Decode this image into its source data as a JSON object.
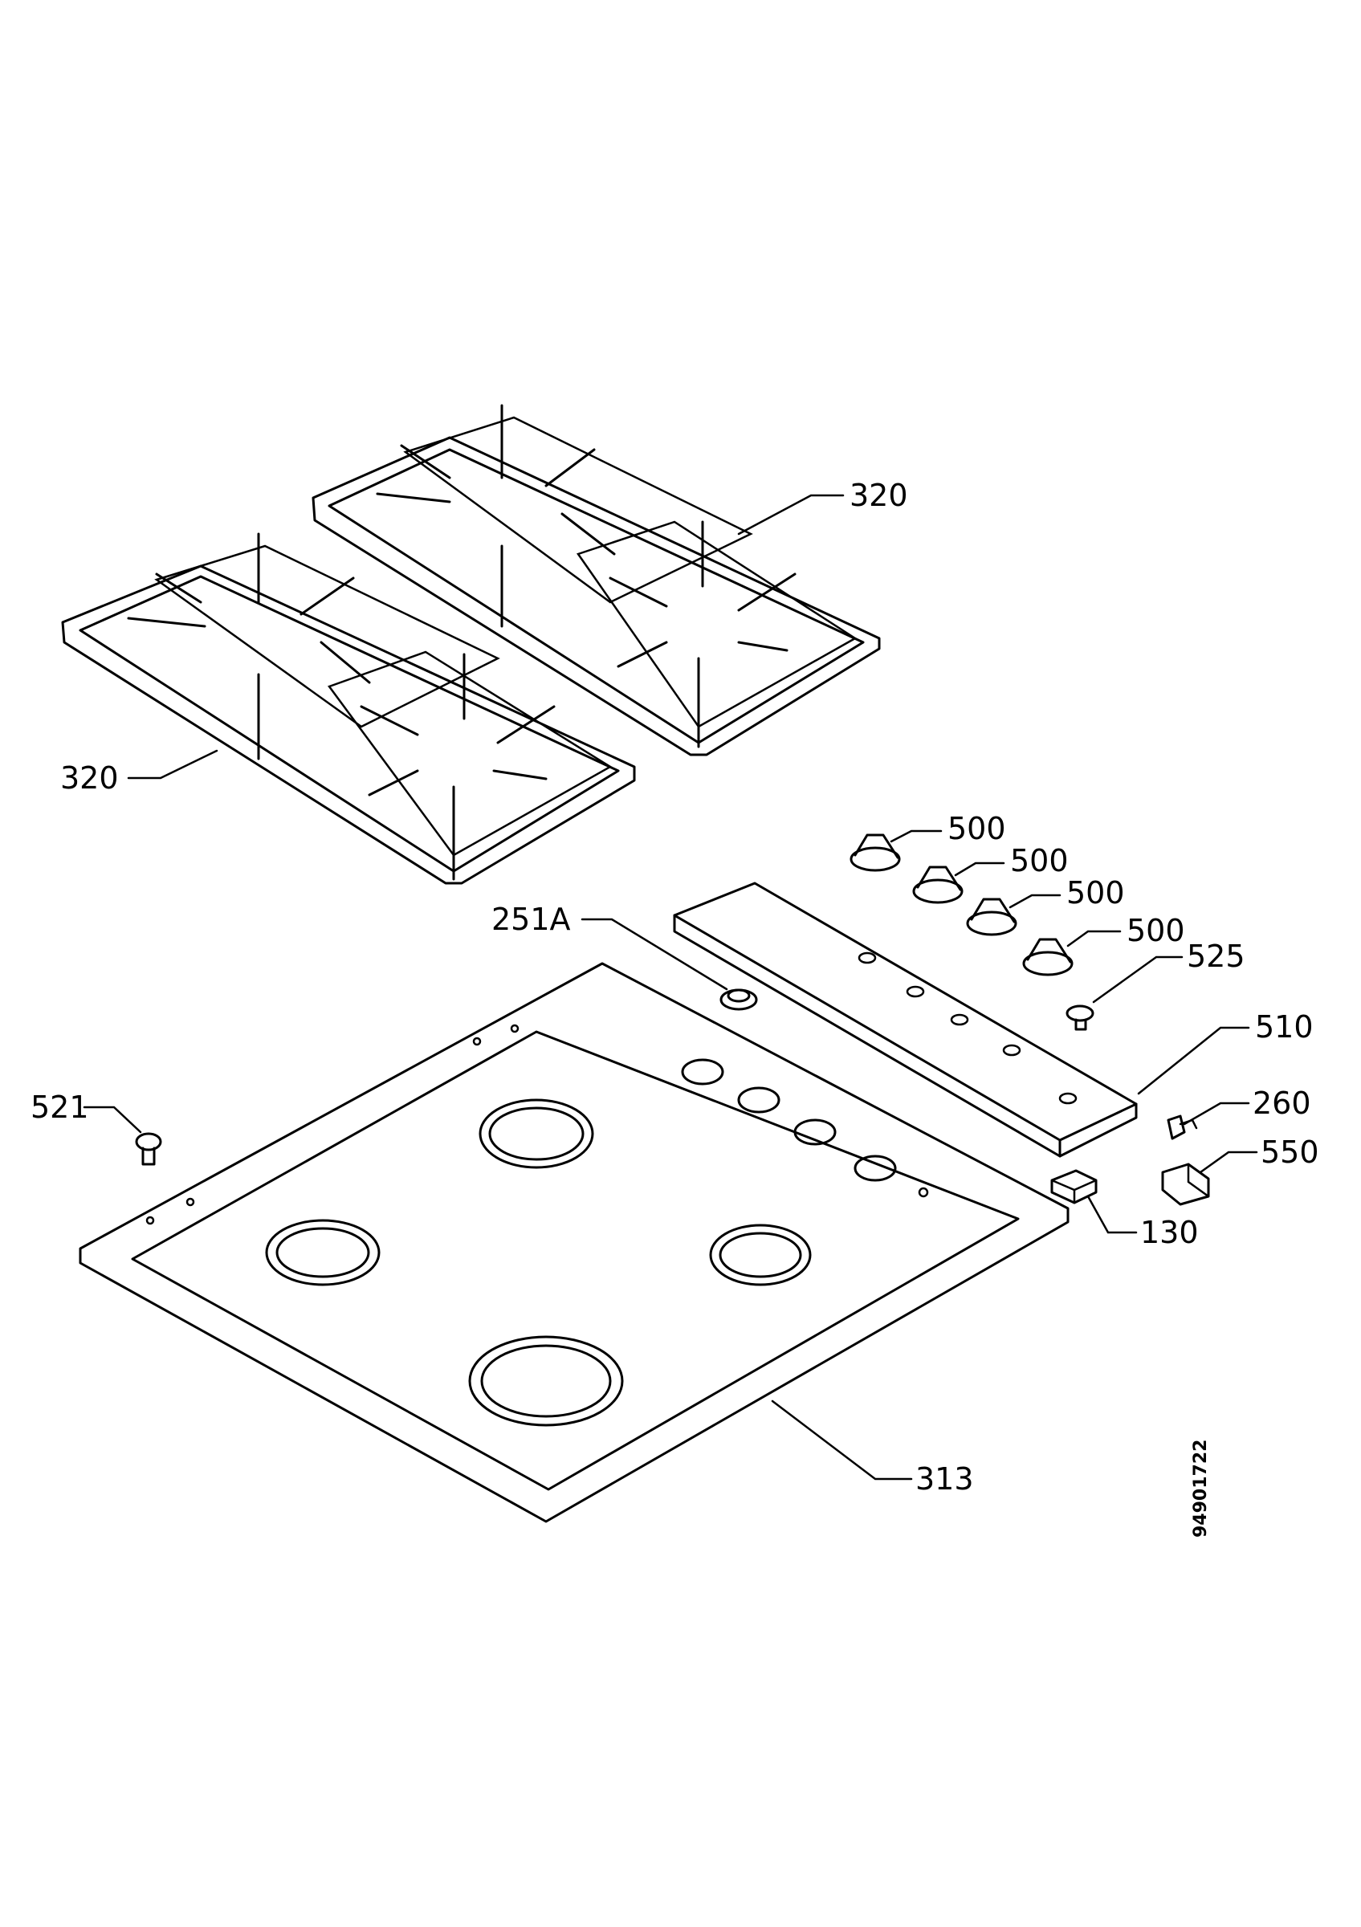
{
  "labels": {
    "grate_right": "320",
    "grate_left": "320",
    "knob_1": "500",
    "knob_2": "500",
    "knob_3": "500",
    "knob_4": "500",
    "button": "525",
    "panel": "510",
    "ignitor": "260",
    "switch": "550",
    "bracket": "130",
    "nozzle": "251A",
    "screw": "521",
    "hob_top": "313"
  },
  "document_id": "94901722"
}
